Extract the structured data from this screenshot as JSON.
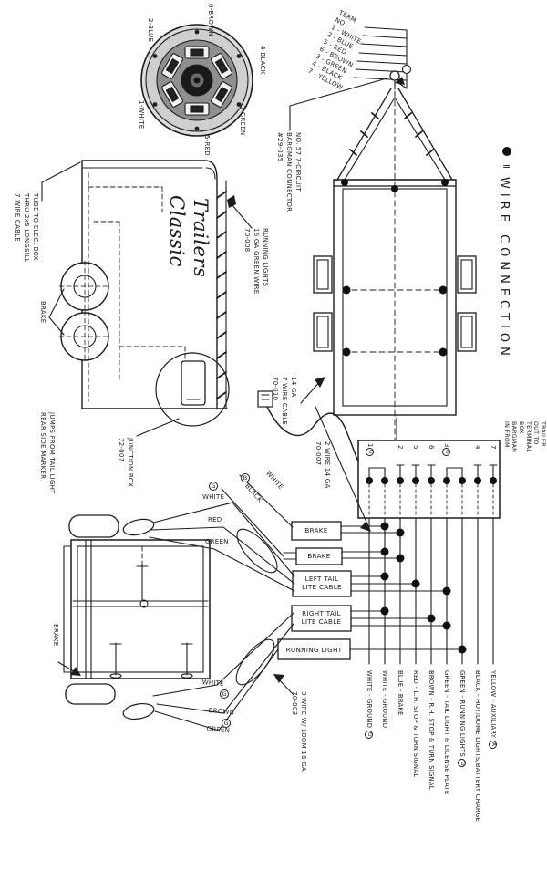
{
  "legend": {
    "equals": "=",
    "label": "WIRE CONNECTION"
  },
  "plug": {
    "top": "6-BROWN",
    "upper_left": "2-BLUE",
    "upper_right": "4-BLACK",
    "lower_left": "1-WHITE",
    "bottom": "5-RED",
    "lower_right": "3-GREEN"
  },
  "term_list": "TERM.\nNO.\n1 - WHITE\n2 - BLUE\n5 - RED\n6 - BROWN\n3 - GREEN\n4 - BLACK\n7 - YELLOW",
  "side_view": {
    "brand_line1": "Classic",
    "brand_line2": "Trailers",
    "cable7": "7 WIRE CABLE\nTHRU 2x5 LONGSILL\nTUBE TO ELEC. BOX",
    "brake": "BRAKE",
    "green_wire": "70-008\n16 GA GREEN WIRE\nRUNNING LIGHTS",
    "junction": "72-007\nJUNCTION BOX",
    "side_marker": "REAR SIDE MARKER\nJUMPS FROM TAIL LIGHT"
  },
  "top_view": {
    "bargman": "#29-035\nBARGMAN CONNECTOR\nNO. 57 7-CIRCUIT",
    "cable": "70-010\n7 WIRE CABLE\n14 GA"
  },
  "cables": {
    "two_wire": "70-007\n2 WIRE 14 GA",
    "loom": "70-003\n3 WIRE W/ LOOM 16 GA"
  },
  "terminal_box": {
    "in_from": "IN FROM\nBARGMAN\nBOX",
    "out_to": "TERMINAL\nOUT TO\nTRAILER",
    "t1": "1",
    "t1_circ": "G",
    "t2": "2",
    "t3": "5",
    "t4": "6",
    "t5": "3",
    "t5_circ": "G",
    "t6": "4",
    "t7": "7"
  },
  "wire_labels": {
    "white": "WHITE",
    "white_circ": "G",
    "red": "RED",
    "green": "GREEN",
    "black_diag": "BLACK",
    "black_circ": "B",
    "white_diag": "WHITE",
    "frame_white": "WHITE",
    "frame_white_circ": "G",
    "frame_brown": "BROWN",
    "frame_brown_circ": "G",
    "frame_green": "GREEN",
    "frame_brake": "BRAKE"
  },
  "boxes": {
    "brake1": "BRAKE",
    "brake2": "BRAKE",
    "left_tail": "LEFT TAIL\nLITE CABLE",
    "right_tail": "RIGHT TAIL\nLITE CABLE",
    "running": "RUNNING LIGHT"
  },
  "bottom_legend": {
    "w1": "WHITE - GROUND",
    "w1_circ": "G",
    "w2": "WHITE - GROUND",
    "w3": "BLUE - BRAKE",
    "w4": "RED - L.H. STOP & TURN SIGNAL",
    "w5": "BROWN - R.H. STOP & TURN SIGNAL",
    "w6": "GREEN - TAIL LIGHT & LICENSE PLATE",
    "w7": "GREEN - RUNNING LIGHTS",
    "w7_circ": "G",
    "w8": "BLACK - HOT/DOME LIGHTS/BATTERY CHARGE",
    "w9": "YELLOW - AUXILIARY",
    "w9_circ": "A"
  }
}
